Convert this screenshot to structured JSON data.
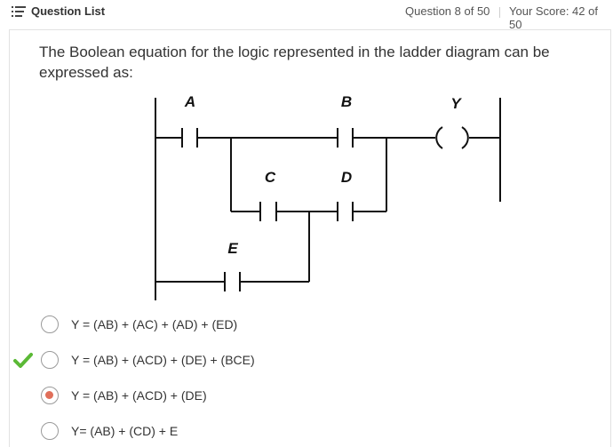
{
  "header": {
    "question_list_label": "Question List",
    "question_counter": "Question 8 of 50",
    "score": "Your Score: 42 of 50"
  },
  "question": {
    "text": "The Boolean equation for the logic represented in the ladder diagram can be expressed as:"
  },
  "diagram": {
    "contacts": [
      "A",
      "B",
      "C",
      "D",
      "E"
    ],
    "coil": "Y"
  },
  "options": [
    {
      "label": "Y = (AB) + (AC) + (AD) + (ED)",
      "selected": false,
      "correct": false
    },
    {
      "label": "Y = (AB) + (ACD) + (DE) + (BCE)",
      "selected": false,
      "correct": true
    },
    {
      "label": "Y = (AB) + (ACD) + (DE)",
      "selected": true,
      "correct": false
    },
    {
      "label": "Y= (AB) + (CD) + E",
      "selected": false,
      "correct": false
    }
  ],
  "colors": {
    "selected_radio": "#e06f5a",
    "correct_check": "#5bb936"
  },
  "icons": [
    "list-icon",
    "checkmark-icon"
  ]
}
